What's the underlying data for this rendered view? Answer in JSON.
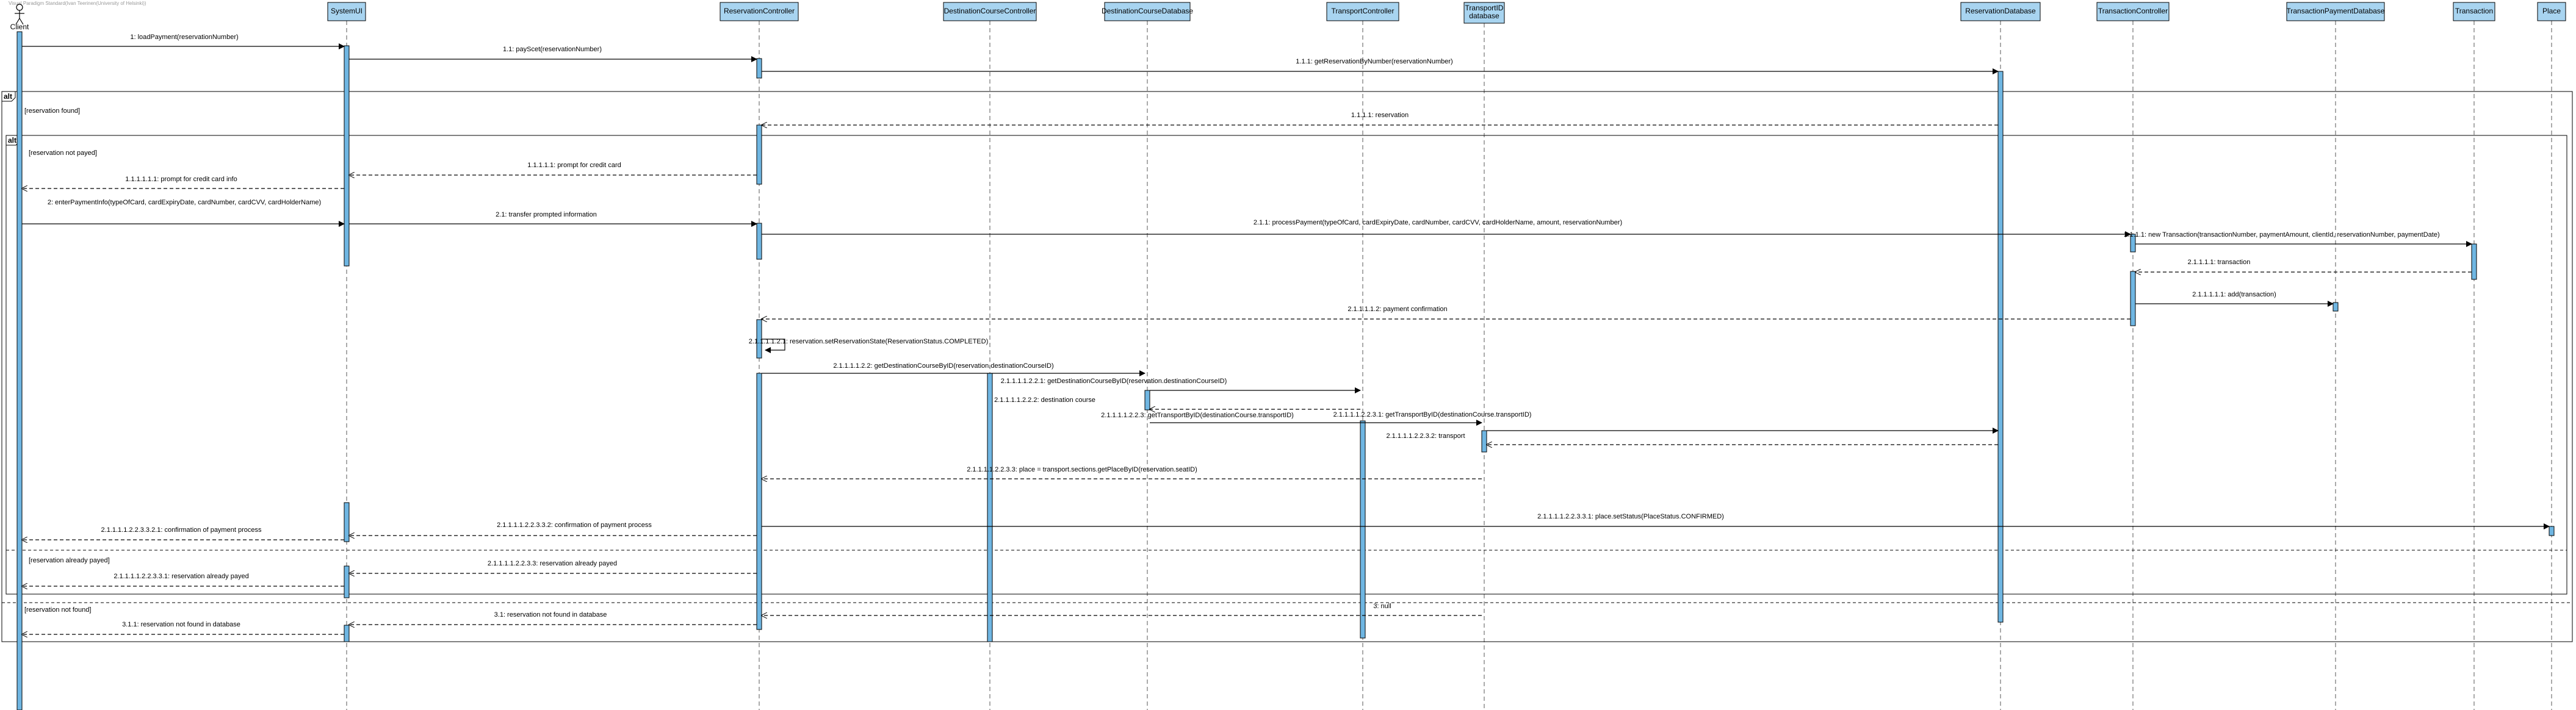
{
  "watermark": "Visual Paradigm Standard(Ivan Teerinen(University of Helsinki))",
  "actor": {
    "label": "Client",
    "icon": "actor-stick-figure-icon"
  },
  "participants": [
    "SystemUI",
    "ReservationController",
    "DestinationCourseController",
    "DestinationCourseDatabase",
    "TransportController",
    "TransportID database",
    "ReservationDatabase",
    "TransactionController",
    "TransactionPaymentDatabase",
    "Transaction",
    "Place"
  ],
  "frames": {
    "outer": {
      "operator": "alt",
      "guard1": "[reservation found]",
      "guard2": "[reservation not found]"
    },
    "inner": {
      "operator": "alt",
      "guard1": "[reservation not payed]",
      "guard2": "[reservation already payed]"
    }
  },
  "messages": [
    "1: loadPayment(reservationNumber)",
    "1.1: payScet(reservationNumber)",
    "1.1.1: getReservationByNumber(reservationNumber)",
    "1.1.1.1: reservation",
    "1.1.1.1.1: prompt for credit card",
    "1.1.1.1.1.1: prompt for credit card info",
    "2: enterPaymentInfo(typeOfCard, cardExpiryDate, cardNumber, cardCVV, cardHolderName)",
    "2.1: transfer prompted information",
    "2.1.1: processPayment(typeOfCard, cardExpiryDate, cardNumber, cardCVV, cardHolderName, amount, reservationNumber)",
    "2.1.1.1: new Transaction(transactionNumber, paymentAmount, clientId, reservationNumber, paymentDate)",
    "2.1.1.1.1: transaction",
    "2.1.1.1.1.1: add(transaction)",
    "2.1.1.1.1.2: payment confirmation",
    "2.1.1.1.1.2.1: reservation.setReservationState(ReservationStatus.COMPLETED)",
    "2.1.1.1.1.2.2: getDestinationCourseByID(reservation.destinationCourseID)",
    "2.1.1.1.1.2.2.1: getDestinationCourseByID(reservation.destinationCourseID)",
    "2.1.1.1.1.2.2.2: destination course",
    "2.1.1.1.1.2.2.3: getTransportByID(destinationCourse.transportID)",
    "2.1.1.1.1.2.2.3.1: getTransportByID(destinationCourse.transportID)",
    "2.1.1.1.1.2.2.3.2: transport",
    "2.1.1.1.1.2.2.3.3: place = transport.sections.getPlaceByID(reservation.seatID)",
    "2.1.1.1.1.2.2.3.3.1: place.setStatus(PlaceStatus.CONFIRMED)",
    "2.1.1.1.1.2.2.3.3.2: confirmation of payment process",
    "2.1.1.1.1.2.2.3.3.2.1: confirmation of payment process",
    "2.1.1.1.1.2.2.3.3: reservation already payed",
    "2.1.1.1.1.2.2.3.3.1: reservation already payed",
    "3: null",
    "3.1: reservation not found in database",
    "3.1.1: reservation not found in database"
  ]
}
